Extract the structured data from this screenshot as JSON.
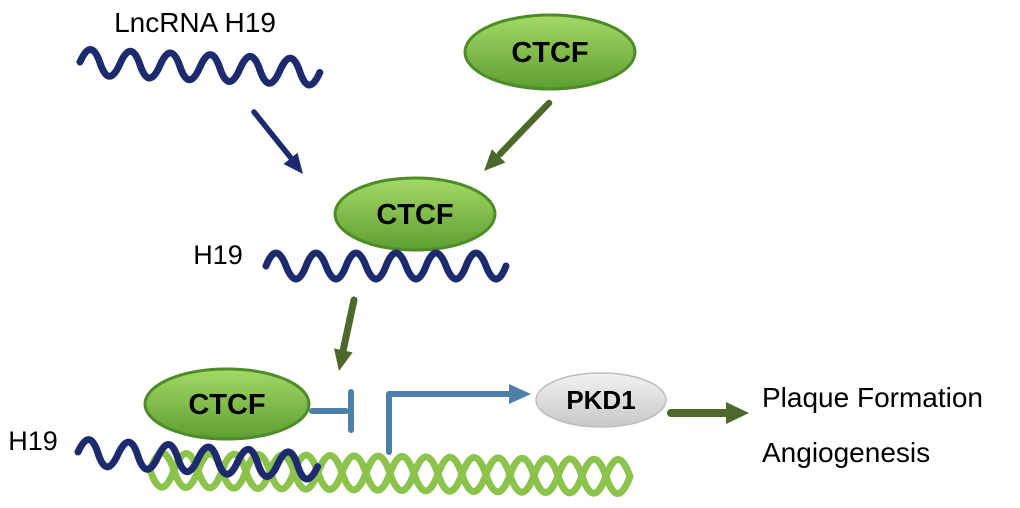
{
  "labels": {
    "lncrna_h19": "LncRNA H19",
    "ctcf_top": "CTCF",
    "ctcf_middle": "CTCF",
    "ctcf_bottom": "CTCF",
    "h19_middle": "H19",
    "h19_bottom": "H19",
    "pkd1": "PKD1",
    "outcome_plaque": "Plaque Formation",
    "outcome_angiogenesis": "Angiogenesis"
  },
  "colors": {
    "rna_wave": "#1d2b6e",
    "dna_helix": "#8cc34c",
    "ctcf_fill_top": "#a5d968",
    "ctcf_fill_bottom": "#5e9e31",
    "ctcf_border": "#4d8c27",
    "green_arrow": "#4c682a",
    "blue_arrow": "#4d7fa9",
    "pkd1_fill_top": "#f2f2f2",
    "pkd1_fill_bottom": "#c8c8c8",
    "pkd1_border": "#bdbdbd",
    "text": "#000000"
  }
}
